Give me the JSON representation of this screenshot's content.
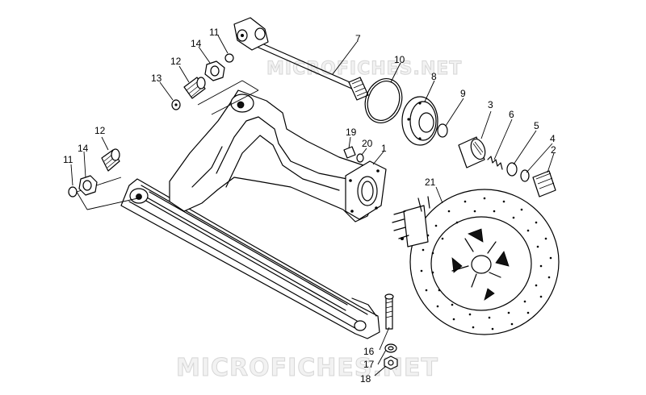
{
  "watermarks": {
    "top": "MICROFICHES.NET",
    "bottom": "MICROFICHES.NET"
  },
  "callouts": [
    {
      "id": "c1",
      "label": "1"
    },
    {
      "id": "c2",
      "label": "2"
    },
    {
      "id": "c3",
      "label": "3"
    },
    {
      "id": "c4",
      "label": "4"
    },
    {
      "id": "c5",
      "label": "5"
    },
    {
      "id": "c6",
      "label": "6"
    },
    {
      "id": "c7",
      "label": "7"
    },
    {
      "id": "c8",
      "label": "8"
    },
    {
      "id": "c9",
      "label": "9"
    },
    {
      "id": "c10",
      "label": "10"
    },
    {
      "id": "c11a",
      "label": "11"
    },
    {
      "id": "c11b",
      "label": "11"
    },
    {
      "id": "c12a",
      "label": "12"
    },
    {
      "id": "c12b",
      "label": "12"
    },
    {
      "id": "c13",
      "label": "13"
    },
    {
      "id": "c14a",
      "label": "14"
    },
    {
      "id": "c14b",
      "label": "14"
    },
    {
      "id": "c16",
      "label": "16"
    },
    {
      "id": "c17",
      "label": "17"
    },
    {
      "id": "c18",
      "label": "18"
    },
    {
      "id": "c19",
      "label": "19"
    },
    {
      "id": "c20",
      "label": "20"
    },
    {
      "id": "c21",
      "label": "21"
    }
  ]
}
